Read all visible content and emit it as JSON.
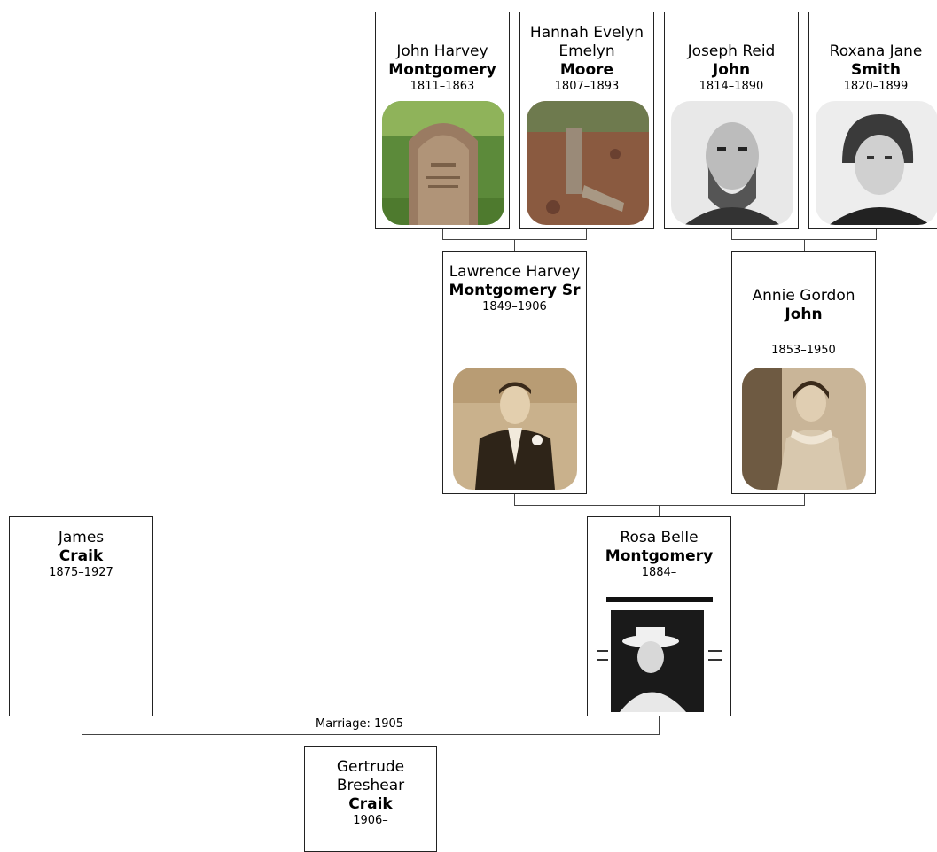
{
  "people": {
    "p1": {
      "given": "John Harvey",
      "surname": "Montgomery",
      "dates": "1811–1863",
      "photo": "gravestone-photo"
    },
    "p2": {
      "given": "Hannah Evelyn Emelyn",
      "surname": "Moore",
      "dates": "1807–1893",
      "photo": "grave-site-photo"
    },
    "p3": {
      "given": "Joseph Reid",
      "surname": "John",
      "dates": "1814–1890",
      "photo": "portrait-photo"
    },
    "p4": {
      "given": "Roxana Jane",
      "surname": "Smith",
      "dates": "1820–1899",
      "photo": "portrait-photo"
    },
    "p5": {
      "given": "Lawrence Harvey",
      "surname": "Montgomery Sr",
      "dates": "1849–1906",
      "photo": "portrait-photo"
    },
    "p6": {
      "given": "Annie Gordon",
      "surname": "John",
      "dates": "1853–1950",
      "photo": "portrait-photo"
    },
    "p7": {
      "given": "James",
      "surname": "Craik",
      "dates": "1875–1927"
    },
    "p8": {
      "given": "Rosa Belle",
      "surname": "Montgomery",
      "dates": "1884–",
      "photo": "portrait-photo"
    },
    "p9": {
      "given": "Gertrude Breshear",
      "surname": "Craik",
      "dates": "1906–"
    }
  },
  "marriage_label": "Marriage: 1905",
  "colors": {
    "border": "#222222",
    "line": "#444444",
    "sepia": "#b59a72"
  }
}
